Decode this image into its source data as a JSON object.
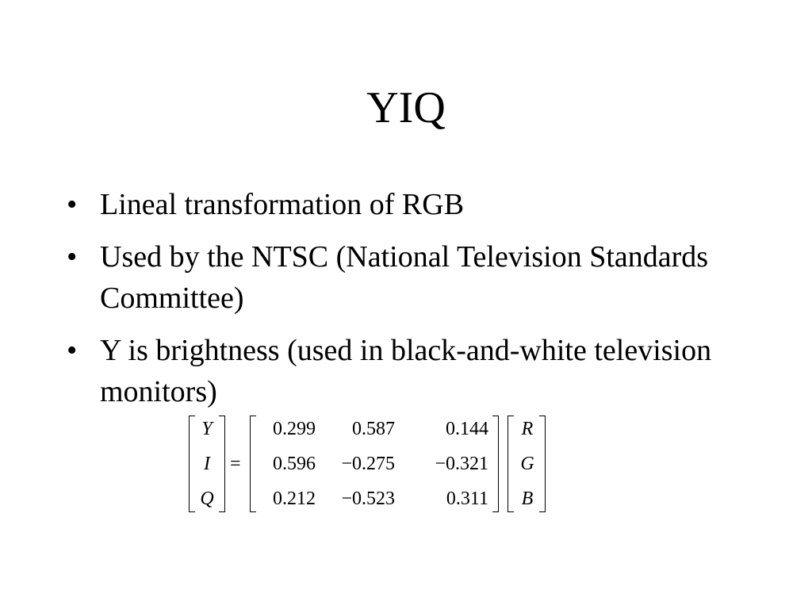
{
  "slide": {
    "title": "YIQ",
    "bullets": [
      {
        "symbol": "•",
        "text": "Lineal transformation of RGB"
      },
      {
        "symbol": "•",
        "text": "Used by the NTSC (National Television Standards Committee)"
      },
      {
        "symbol": "•",
        "text": "Y is brightness (used in black-and-white television monitors)"
      }
    ]
  },
  "equation": {
    "lhs": [
      "Y",
      "I",
      "Q"
    ],
    "equals": "=",
    "matrix": [
      [
        "0.299",
        "0.587",
        "0.144"
      ],
      [
        "0.596",
        "−0.275",
        "−0.321"
      ],
      [
        "0.212",
        "−0.523",
        "0.311"
      ]
    ],
    "rhs": [
      "R",
      "G",
      "B"
    ]
  }
}
